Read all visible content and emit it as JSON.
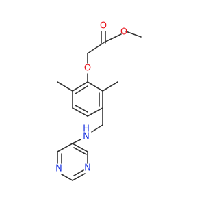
{
  "colors": {
    "bond": "#333333",
    "oxygen": "#e8141c",
    "nitrogen": "#1a33e0",
    "background": "#ffffff"
  },
  "atoms": {
    "o_carbonyl": {
      "label": "O",
      "element": "oxygen"
    },
    "o_ester": {
      "label": "O",
      "element": "oxygen"
    },
    "o_ether": {
      "label": "O",
      "element": "oxygen"
    },
    "nh_amine": {
      "label": "H\nN",
      "element": "nitrogen",
      "line1": "H",
      "line2": "N"
    },
    "n_ring_1": {
      "label": "N",
      "element": "nitrogen"
    },
    "n_ring_2": {
      "label": "N",
      "element": "nitrogen"
    }
  }
}
